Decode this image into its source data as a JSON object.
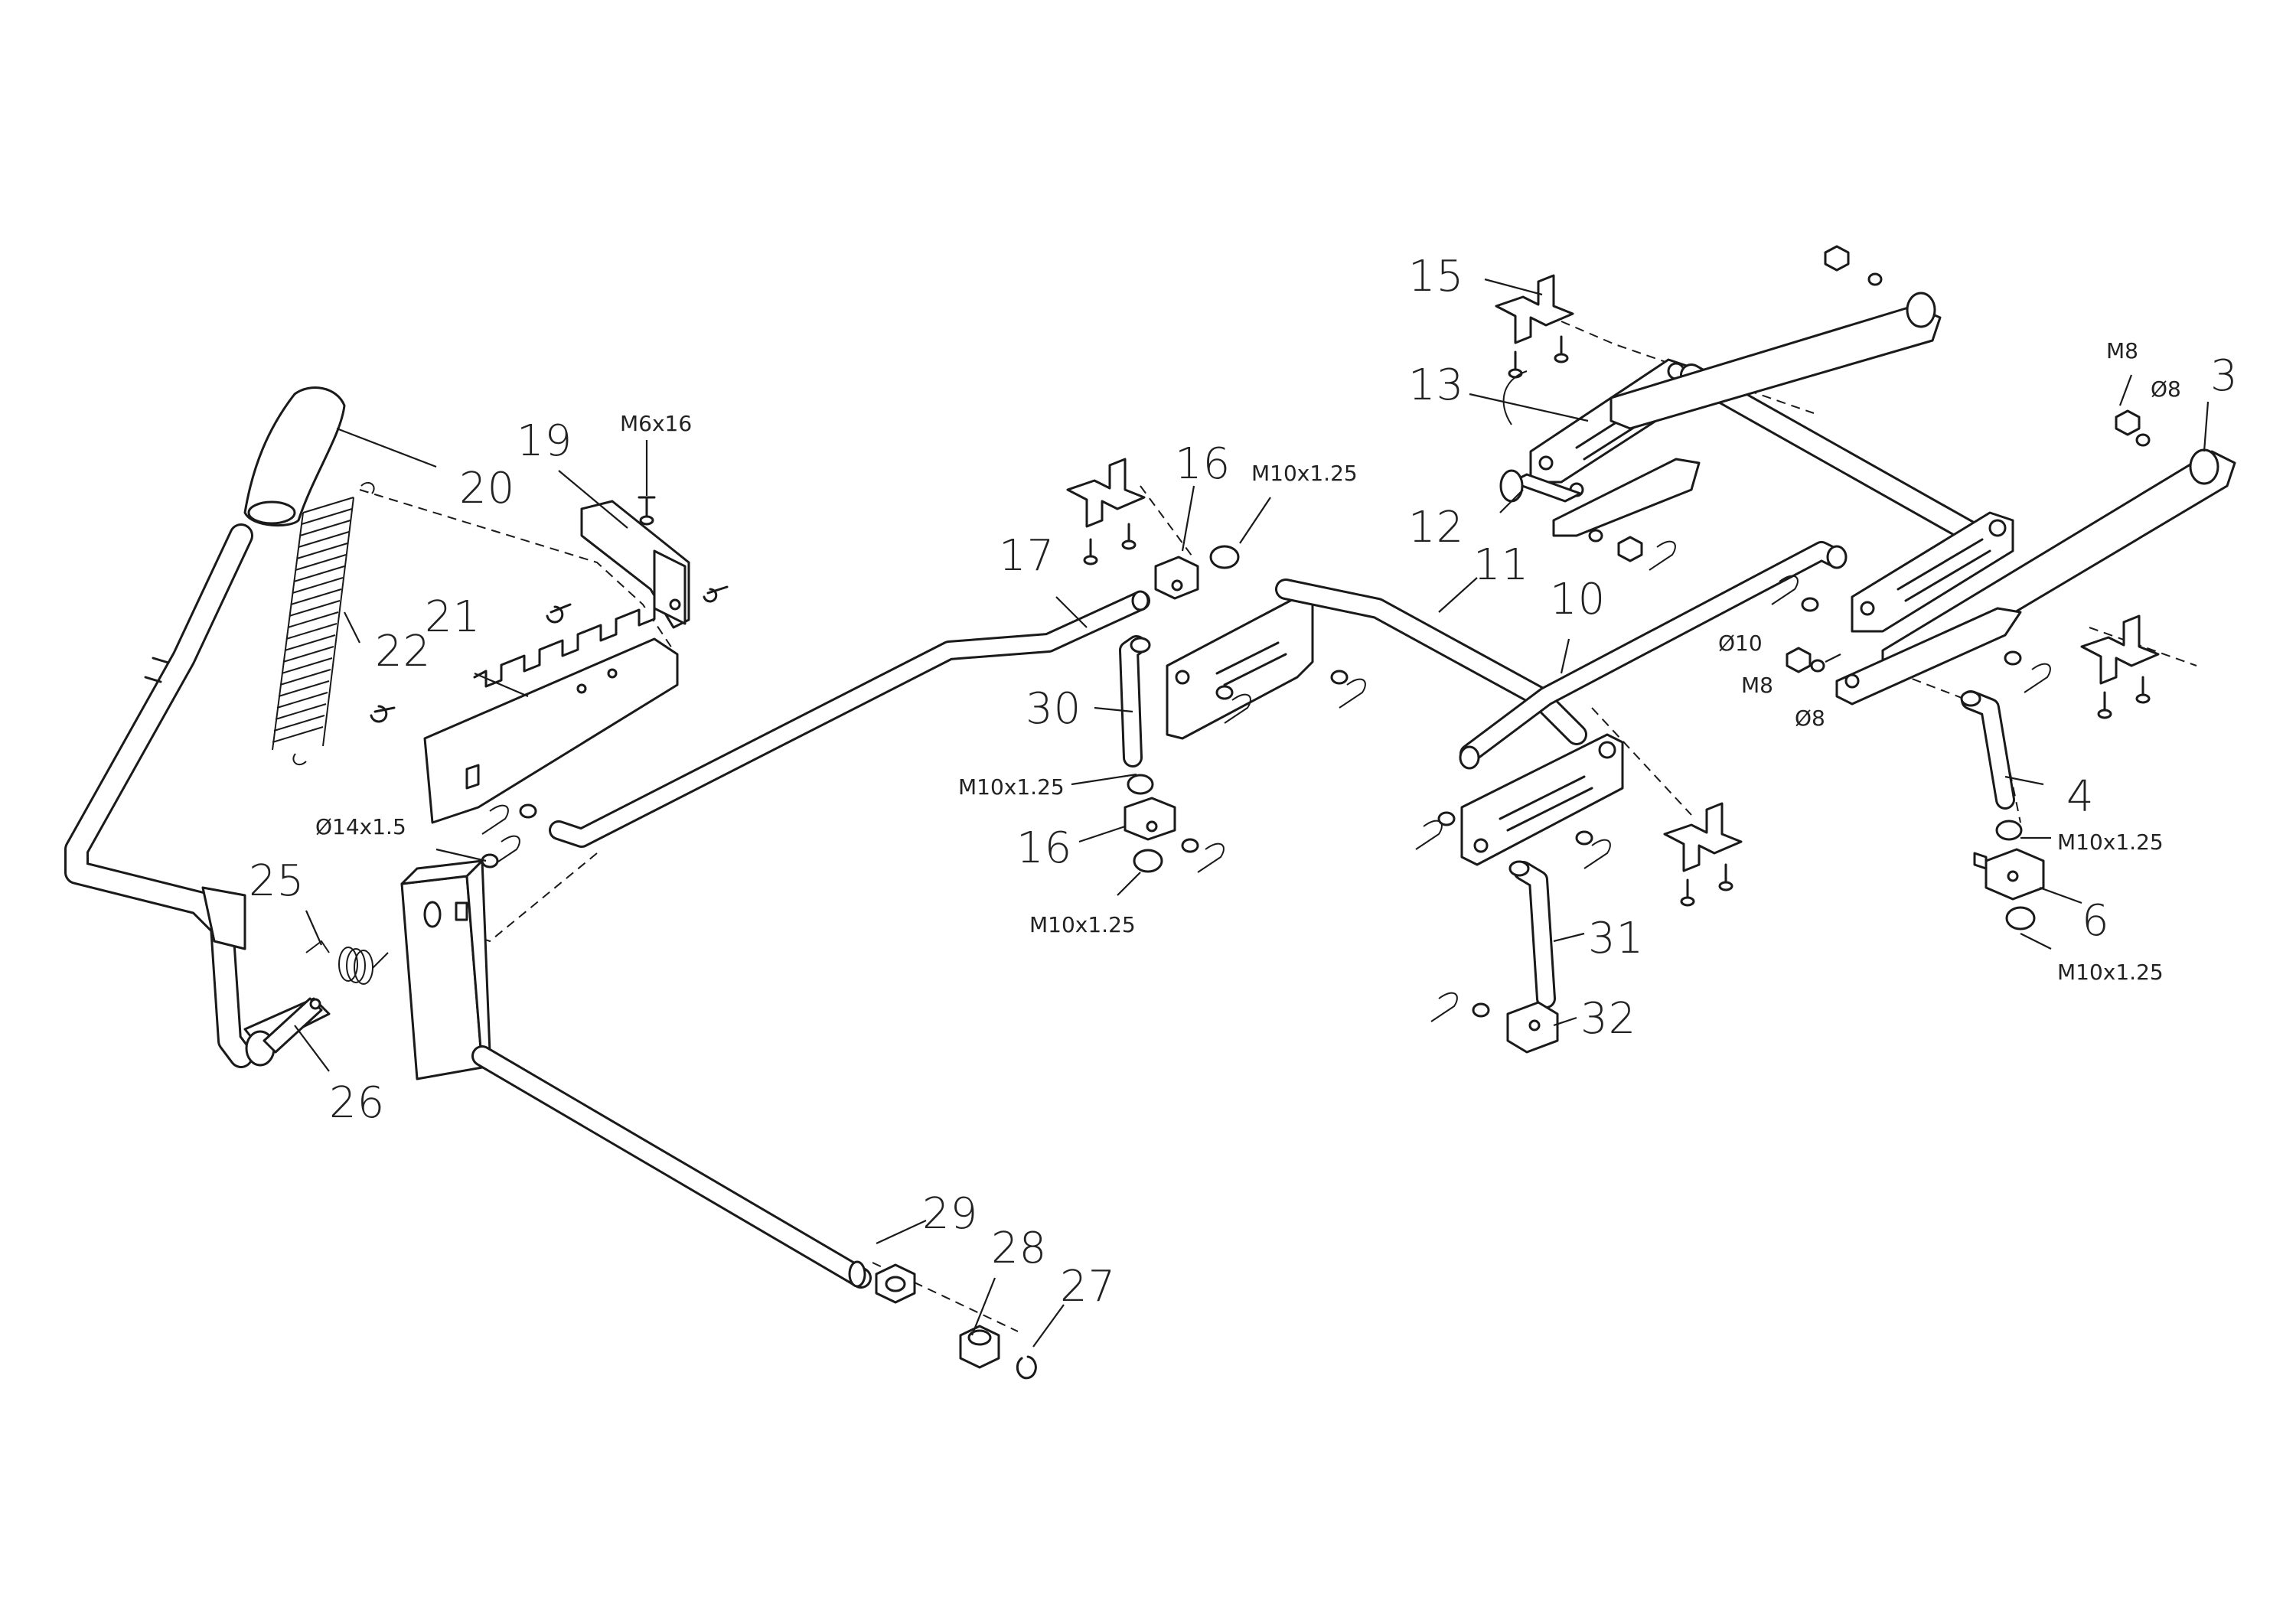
{
  "labels": {
    "p3": "3",
    "p4": "4",
    "p6": "6",
    "p10": "10",
    "p11": "11",
    "p12": "12",
    "p13": "13",
    "p15": "15",
    "p16a": "16",
    "p16b": "16",
    "p17": "17",
    "p19": "19",
    "p20": "20",
    "p21": "21",
    "p22": "22",
    "p25": "25",
    "p26": "26",
    "p27": "27",
    "p28": "28",
    "p29": "29",
    "p30": "30",
    "p31": "31",
    "p32": "32"
  },
  "specs": {
    "m6x16": "M6x16",
    "m10_top": "M10x1.25",
    "m10_30": "M10x1.25",
    "m10_16": "M10x1.25",
    "m10_4": "M10x1.25",
    "m10_6": "M10x1.25",
    "m8_top": "M8",
    "d8_top": "Ø8",
    "d10": "Ø10",
    "m8_mid": "M8",
    "d8_mid": "Ø8",
    "d14": "Ø14x1.5"
  }
}
